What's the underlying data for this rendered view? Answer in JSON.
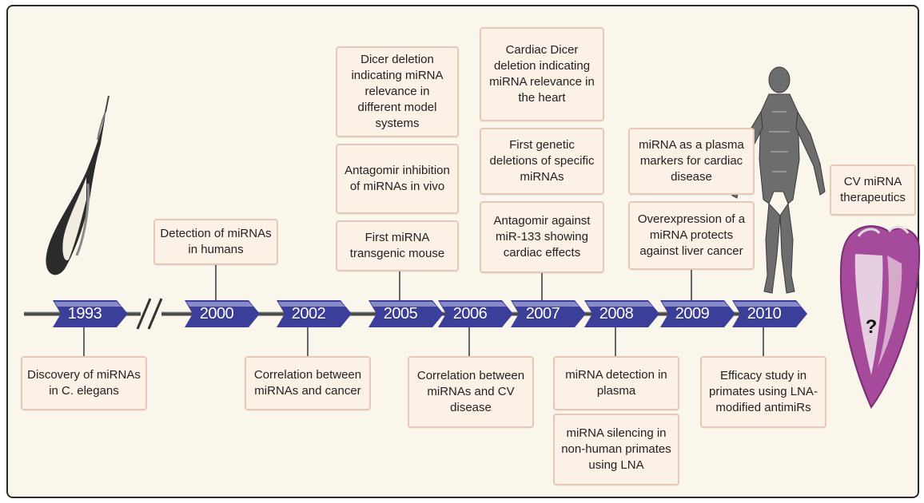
{
  "timeline": {
    "years": [
      "1993",
      "2000",
      "2002",
      "2005",
      "2006",
      "2007",
      "2008",
      "2009",
      "2010"
    ],
    "arrow_color": "#3b3f9a",
    "arrow_highlight": "#c9cbef",
    "line_color": "#4a4a4a"
  },
  "events": {
    "e1993_below": "Discovery of miRNAs in C. elegans",
    "e2000_above": "Detection of miRNAs in humans",
    "e2002_below": "Correlation between miRNAs and cancer",
    "e2005_top": "Dicer deletion indicating miRNA relevance in different model systems",
    "e2005_mid": "Antagomir inhibition of miRNAs in vivo",
    "e2005_low": "First miRNA transgenic mouse",
    "e2006_below": "Correlation between miRNAs and CV disease",
    "e2007_top": "Cardiac Dicer deletion indicating miRNA relevance in the heart",
    "e2007_mid": "First genetic deletions of specific miRNAs",
    "e2007_low": "Antagomir against miR-133 showing cardiac effects",
    "e2008_below1": "miRNA detection in plasma",
    "e2008_below2": "miRNA silencing in non-human primates using LNA",
    "e2009_top": "miRNA as a plasma markers for cardiac disease",
    "e2009_low": "Overexpression of a miRNA protects against liver cancer",
    "e2010_below": "Efficacy study in primates using LNA-modified antimiRs",
    "e2010_side": "CV miRNA therapeutics"
  },
  "heart": {
    "mark": "?",
    "color": "#a64a9c"
  },
  "icons": [
    "worm-illustration",
    "human-anatomy-illustration",
    "heart-section-illustration"
  ]
}
